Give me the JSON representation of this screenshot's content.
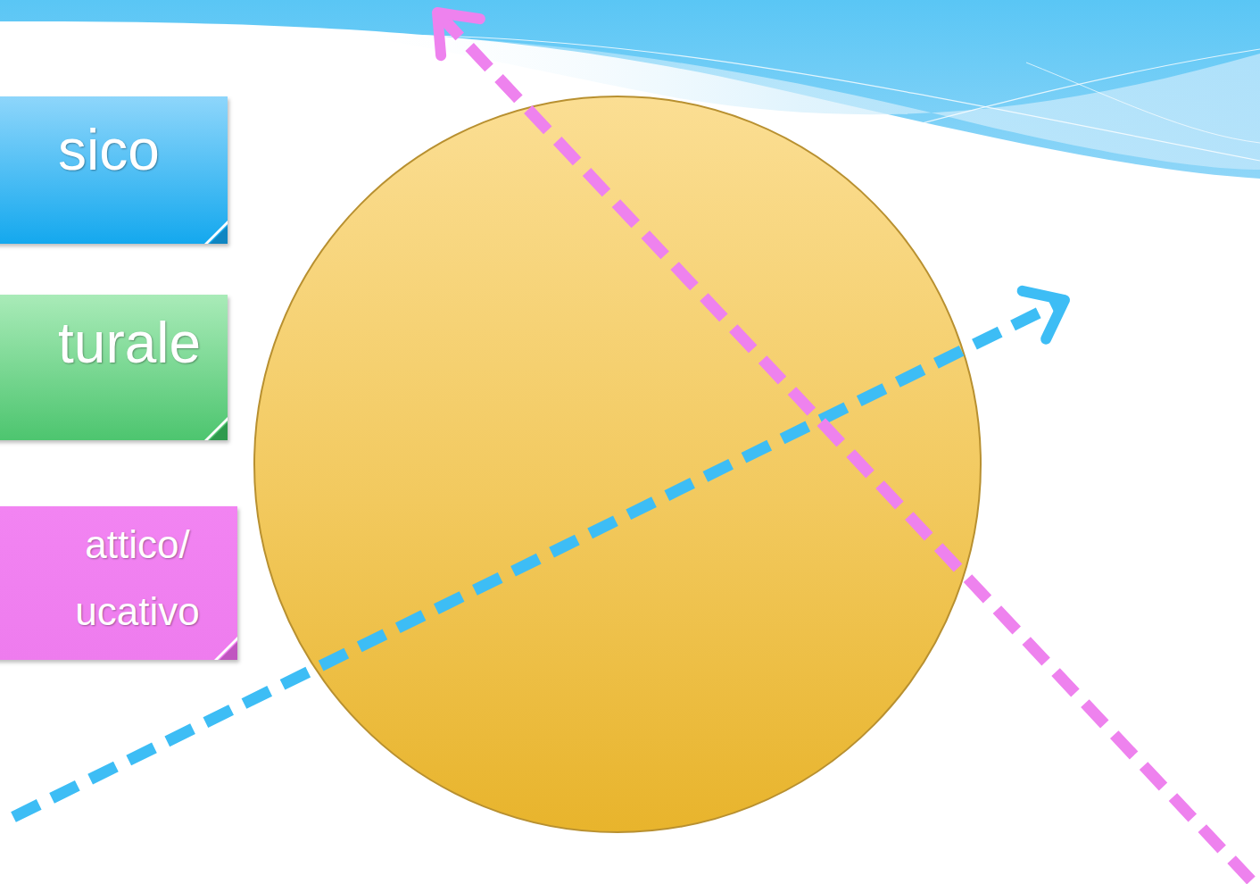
{
  "diagram": {
    "nodes": [
      {
        "text": [
          "sico"
        ]
      },
      {
        "text": [
          "turale"
        ]
      },
      {
        "text": [
          "attico/ ucativo"
        ]
      }
    ]
  }
}
